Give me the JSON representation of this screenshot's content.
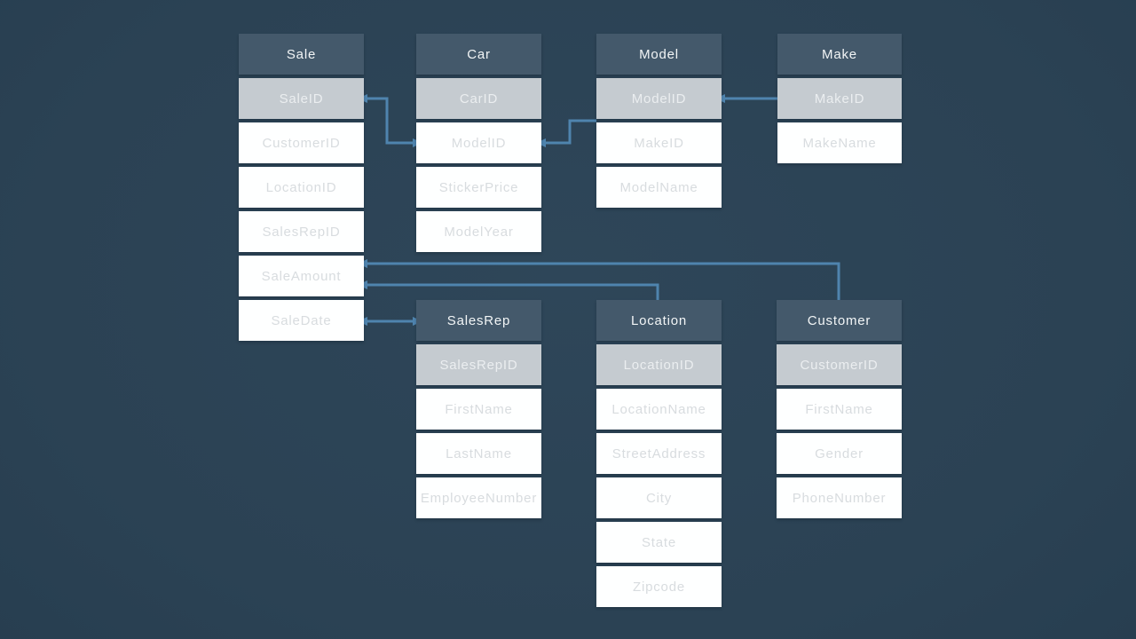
{
  "diagram": {
    "type": "entity-relationship-diagram",
    "subject": "Car dealership sales database schema",
    "tables": [
      {
        "title": "Sale",
        "key": "SaleID",
        "fields": [
          "CustomerID",
          "LocationID",
          "SalesRepID",
          "SaleAmount",
          "SaleDate"
        ]
      },
      {
        "title": "Car",
        "key": "CarID",
        "fields": [
          "ModelID",
          "StickerPrice",
          "ModelYear"
        ]
      },
      {
        "title": "Model",
        "key": "ModelID",
        "fields": [
          "MakeID",
          "ModelName"
        ]
      },
      {
        "title": "Make",
        "key": "MakeID",
        "fields": [
          "MakeName"
        ]
      },
      {
        "title": "SalesRep",
        "key": "SalesRepID",
        "fields": [
          "FirstName",
          "LastName",
          "EmployeeNumber"
        ]
      },
      {
        "title": "Location",
        "key": "LocationID",
        "fields": [
          "LocationName",
          "StreetAddress",
          "City",
          "State",
          "Zipcode"
        ]
      },
      {
        "title": "Customer",
        "key": "CustomerID",
        "fields": [
          "FirstName",
          "Gender",
          "PhoneNumber"
        ]
      }
    ],
    "connections": [
      {
        "from": "Sale.SaleID",
        "to": "Car.ModelID"
      },
      {
        "from": "Car.ModelID",
        "to": "Model.ModelID"
      },
      {
        "from": "Make.MakeID",
        "to": "Model.ModelID"
      },
      {
        "from": "Sale",
        "to": "Customer"
      },
      {
        "from": "Sale",
        "to": "Location"
      },
      {
        "from": "Sale.SaleDate",
        "to": "SalesRep"
      }
    ]
  },
  "colors": {
    "background": "#2B4254",
    "background-light": "#2E4659",
    "background-dark": "#243B4D",
    "table-header": "#44596B",
    "key-row": "#C5CBD0",
    "row": "#FEFFFF",
    "header-text": "#F2F5F6",
    "key-text": "#EBEEF0",
    "row-text": "#D8DCDF",
    "connector": "#4F84AE"
  }
}
